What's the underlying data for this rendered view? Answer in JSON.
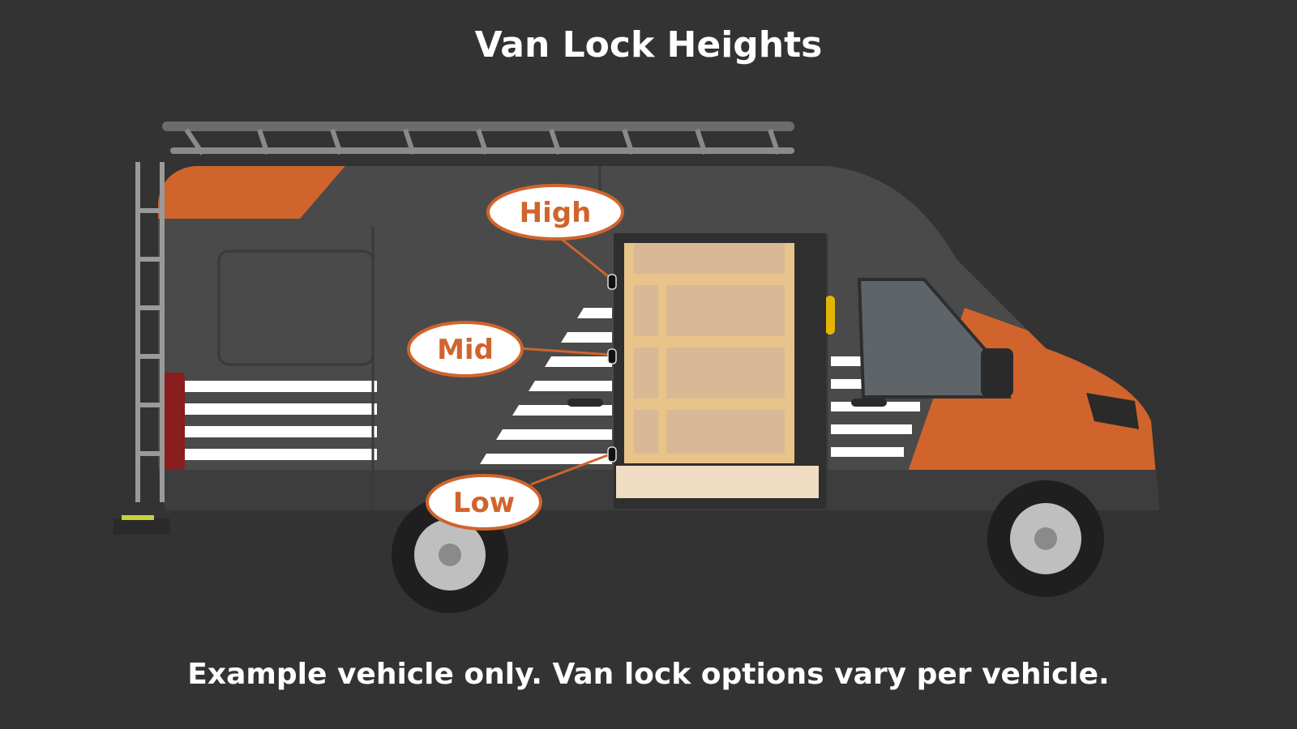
{
  "title": "Van Lock Heights",
  "footer_note": "Example vehicle only. Van lock options vary per vehicle.",
  "callouts": [
    {
      "label": "High"
    },
    {
      "label": "Mid"
    },
    {
      "label": "Low"
    }
  ],
  "colors": {
    "background": "#333333",
    "accent": "#D0642C",
    "van_body": "#4a4a4a",
    "stripe": "#ffffff",
    "shelving": "#e8c48a"
  }
}
